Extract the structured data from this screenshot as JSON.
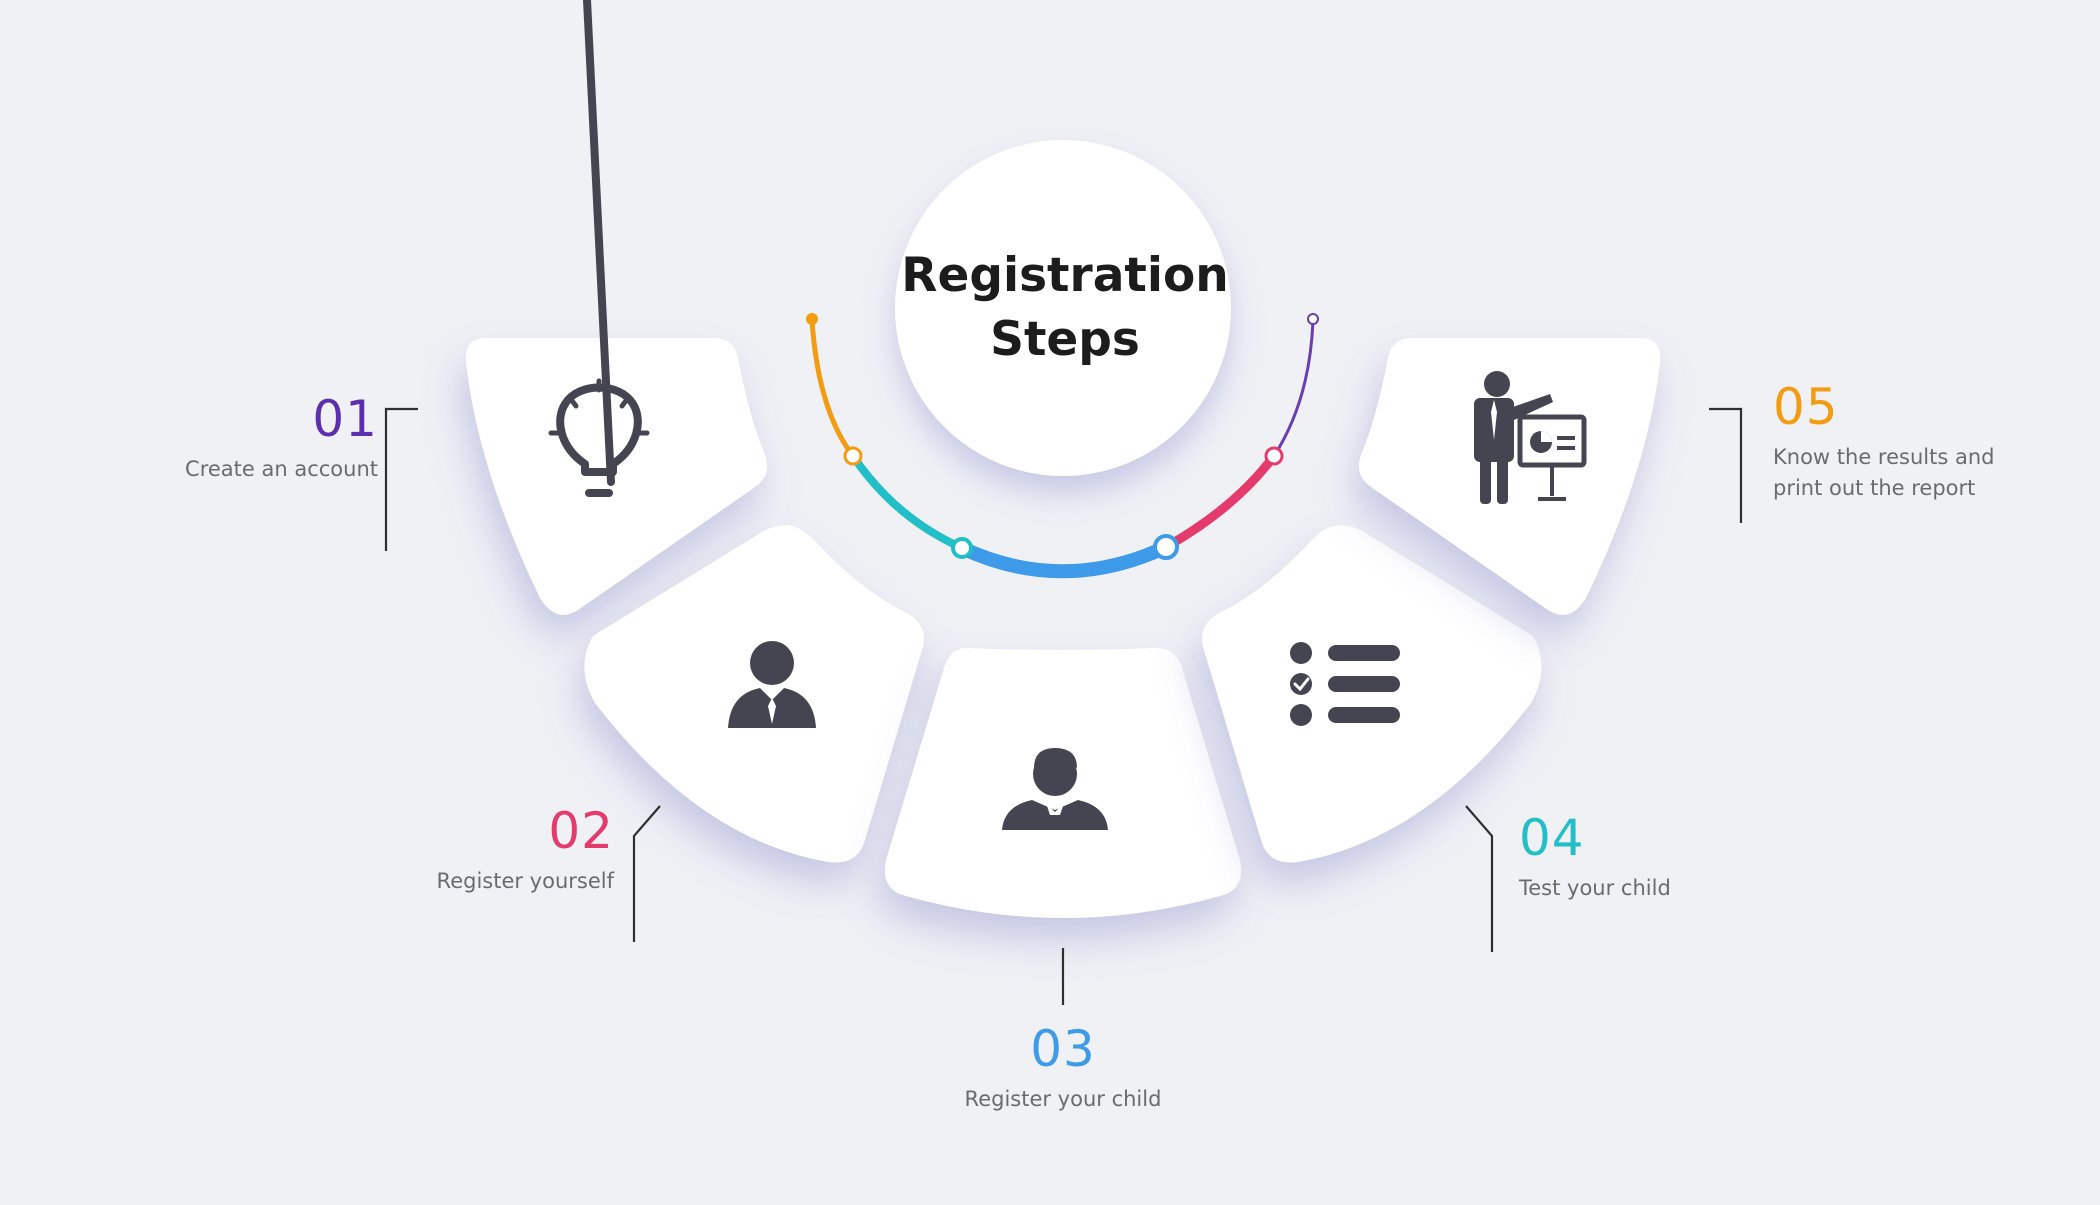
{
  "title": {
    "line1": "Registration",
    "line2": "Steps"
  },
  "steps": [
    {
      "number": "01",
      "label": "Create an account",
      "color": "#5b2fae",
      "icon": "lightbulb-icon"
    },
    {
      "number": "02",
      "label": "Register yourself",
      "color": "#e43b6c",
      "icon": "businessman-icon"
    },
    {
      "number": "03",
      "label": "Register your child",
      "color": "#3d9be9",
      "icon": "person-icon"
    },
    {
      "number": "04",
      "label": "Test your child",
      "color": "#22bfc9",
      "icon": "checklist-icon"
    },
    {
      "number": "05",
      "label_line1": "Know the results and",
      "label_line2": "print out the report",
      "color": "#f39c12",
      "icon": "presenter-icon"
    }
  ],
  "colors": {
    "background": "#f0f1f5",
    "tile": "#ffffff",
    "icon": "#454552",
    "arc_orange": "#f39c12",
    "arc_cyan": "#22bfc9",
    "arc_blue": "#3d9be9",
    "arc_pink": "#e43b6c",
    "arc_purple": "#6a3db0"
  }
}
